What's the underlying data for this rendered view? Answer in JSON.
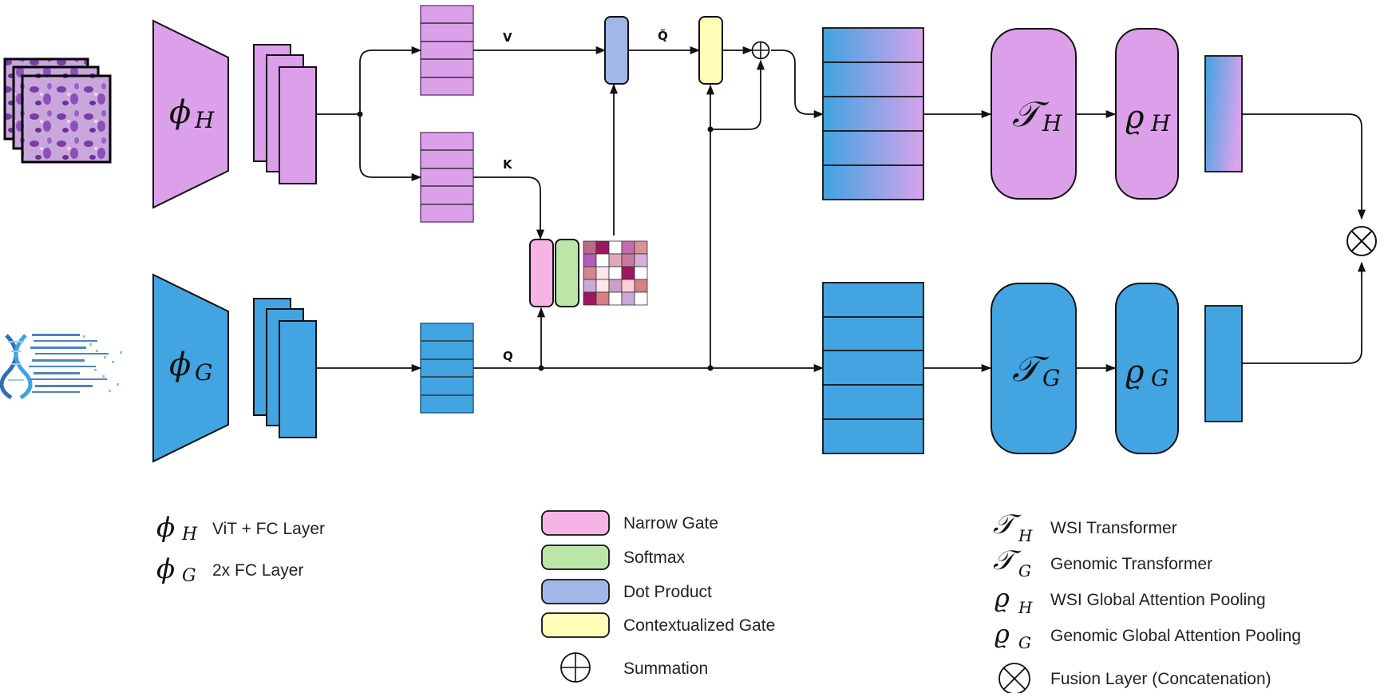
{
  "colors": {
    "histo": "#DCA0EA",
    "genomic": "#42A5E1",
    "narrow_gate": "#F6B3E3",
    "softmax": "#BCE6A8",
    "dot_product": "#A3B7E6",
    "contextualized_gate": "#FFFDB8",
    "stroke": "#111111"
  },
  "labels": {
    "v": "V",
    "k": "K",
    "q": "Q",
    "q_tilde": "Q̃"
  },
  "symbols": {
    "phi_h": {
      "main": "ϕ",
      "sub": "H"
    },
    "phi_g": {
      "main": "ϕ",
      "sub": "G"
    },
    "t_h": {
      "main": "𝒯",
      "sub": "H"
    },
    "t_g": {
      "main": "𝒯",
      "sub": "G"
    },
    "rho_h": {
      "main": "ϱ",
      "sub": "H"
    },
    "rho_g": {
      "main": "ϱ",
      "sub": "G"
    }
  },
  "legend": {
    "encoders": [
      {
        "symbol": "ϕ",
        "sub": "H",
        "text": "ViT + FC Layer"
      },
      {
        "symbol": "ϕ",
        "sub": "G",
        "text": "2x FC Layer"
      }
    ],
    "blocks": [
      {
        "color_key": "narrow_gate",
        "text": "Narrow Gate"
      },
      {
        "color_key": "softmax",
        "text": "Softmax"
      },
      {
        "color_key": "dot_product",
        "text": "Dot Product"
      },
      {
        "color_key": "contextualized_gate",
        "text": "Contextualized Gate"
      },
      {
        "icon": "circle-plus-icon",
        "text": "Summation"
      }
    ],
    "modules": [
      {
        "symbol": "𝒯",
        "sub": "H",
        "text": "WSI Transformer"
      },
      {
        "symbol": "𝒯",
        "sub": "G",
        "text": "Genomic Transformer"
      },
      {
        "symbol": "ϱ",
        "sub": "H",
        "text": "WSI Global Attention Pooling"
      },
      {
        "symbol": "ϱ",
        "sub": "G",
        "text": "Genomic Global Attention Pooling"
      },
      {
        "icon": "circle-times-icon",
        "text": "Fusion Layer (Concatenation)"
      }
    ]
  },
  "attention_matrix": [
    [
      "#B86A8A",
      "#9C1660",
      "#FFFFFF",
      "#C46BB0",
      "#D8929A"
    ],
    [
      "#B55CB8",
      "#FFFFFF",
      "#E0A8B8",
      "#C87BA0",
      "#D6AFD6"
    ],
    [
      "#D4868F",
      "#FFE4EC",
      "#FFFFFF",
      "#9C1660",
      "#FFFFFF"
    ],
    [
      "#C9A9D8",
      "#FFE4EC",
      "#C9A0C9",
      "#FFD0D8",
      "#D67F84"
    ],
    [
      "#9C1660",
      "#D67F84",
      "#FFFFFF",
      "#C9A9D8",
      "#FFFFFF"
    ]
  ]
}
